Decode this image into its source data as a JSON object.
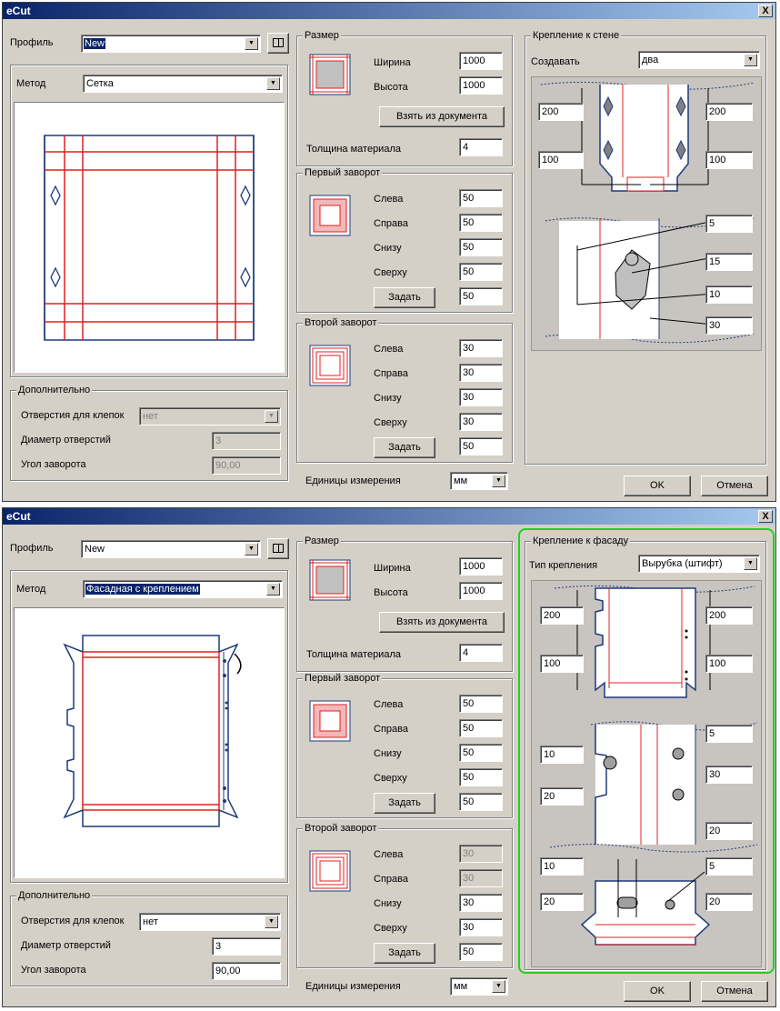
{
  "w1": {
    "title": "eCut",
    "close": "X",
    "profile_label": "Профиль",
    "profile_value": "New",
    "method_label": "Метод",
    "method_value": "Сетка",
    "extra_title": "Дополнительно",
    "holes_label": "Отверстия для клепок",
    "holes_value": "нет",
    "diam_label": "Диаметр отверстий",
    "diam_value": "3",
    "angle_label": "Угол заворота",
    "angle_value": "90,00",
    "size_title": "Размер",
    "width_label": "Ширина",
    "width_value": "1000",
    "height_label": "Высота",
    "height_value": "1000",
    "take_doc": "Взять из документа",
    "thick_label": "Толщина материала",
    "thick_value": "4",
    "first_title": "Первый заворот",
    "f_left_l": "Слева",
    "f_left": "50",
    "f_right_l": "Справа",
    "f_right": "50",
    "f_bottom_l": "Снизу",
    "f_bottom": "50",
    "f_top_l": "Сверху",
    "f_top": "50",
    "f_set": "Задать",
    "f_set_v": "50",
    "second_title": "Второй заворот",
    "s_left_l": "Слева",
    "s_left": "30",
    "s_right_l": "Справа",
    "s_right": "30",
    "s_bottom_l": "Снизу",
    "s_bottom": "30",
    "s_top_l": "Сверху",
    "s_top": "30",
    "s_set": "Задать",
    "s_set_v": "50",
    "units_label": "Единицы измерения",
    "units_value": "мм",
    "wall_title": "Крепление к стене",
    "create_label": "Создавать",
    "create_value": "два",
    "wall_vals": {
      "a": "200",
      "b": "200",
      "c": "100",
      "d": "100",
      "e": "5",
      "f": "15",
      "g": "10",
      "h": "30"
    },
    "ok": "OK",
    "cancel": "Отмена"
  },
  "w2": {
    "title": "eCut",
    "close": "X",
    "profile_label": "Профиль",
    "profile_value": "New",
    "method_label": "Метод",
    "method_value": "Фасадная с креплением",
    "extra_title": "Дополнительно",
    "holes_label": "Отверстия для клепок",
    "holes_value": "нет",
    "diam_label": "Диаметр отверстий",
    "diam_value": "3",
    "angle_label": "Угол заворота",
    "angle_value": "90,00",
    "size_title": "Размер",
    "width_label": "Ширина",
    "width_value": "1000",
    "height_label": "Высота",
    "height_value": "1000",
    "take_doc": "Взять из документа",
    "thick_label": "Толщина материала",
    "thick_value": "4",
    "first_title": "Первый заворот",
    "f_left_l": "Слева",
    "f_left": "50",
    "f_right_l": "Справа",
    "f_right": "50",
    "f_bottom_l": "Снизу",
    "f_bottom": "50",
    "f_top_l": "Сверху",
    "f_top": "50",
    "f_set": "Задать",
    "f_set_v": "50",
    "second_title": "Второй заворот",
    "s_left_l": "Слева",
    "s_left": "30",
    "s_right_l": "Справа",
    "s_right": "30",
    "s_bottom_l": "Снизу",
    "s_bottom": "30",
    "s_top_l": "Сверху",
    "s_top": "30",
    "s_set": "Задать",
    "s_set_v": "50",
    "units_label": "Единицы измерения",
    "units_value": "мм",
    "facade_title": "Крепление к фасаду",
    "type_label": "Тип крепления",
    "type_value": "Вырубка (штифт)",
    "fac_vals": {
      "a": "200",
      "b": "200",
      "c": "100",
      "d": "100",
      "e": "5",
      "f": "10",
      "g": "30",
      "h": "20",
      "i": "20",
      "j": "10",
      "k": "5",
      "l": "20",
      "m": "20"
    },
    "ok": "OK",
    "cancel": "Отмена"
  },
  "colors": {
    "highlight": "#22d022",
    "cut_line": "#e02020",
    "outline": "#1f3a7a",
    "title_bar": "#0a246a"
  }
}
